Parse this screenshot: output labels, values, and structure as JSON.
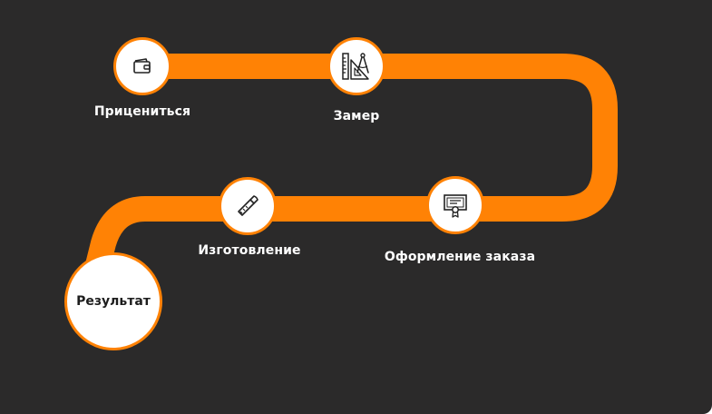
{
  "colors": {
    "background": "#2b2a2a",
    "track": "#ff8205",
    "node_fill": "#ffffff",
    "text_light": "#ffffff",
    "text_dark": "#1d1d1d"
  },
  "steps": [
    {
      "label": "Прицениться",
      "icon": "wallet-icon"
    },
    {
      "label": "Замер",
      "icon": "ruler-compass-icon"
    },
    {
      "label": "Оформление заказа",
      "icon": "certificate-icon"
    },
    {
      "label": "Изготовление",
      "icon": "saw-icon"
    }
  ],
  "result": {
    "label": "Результат"
  }
}
